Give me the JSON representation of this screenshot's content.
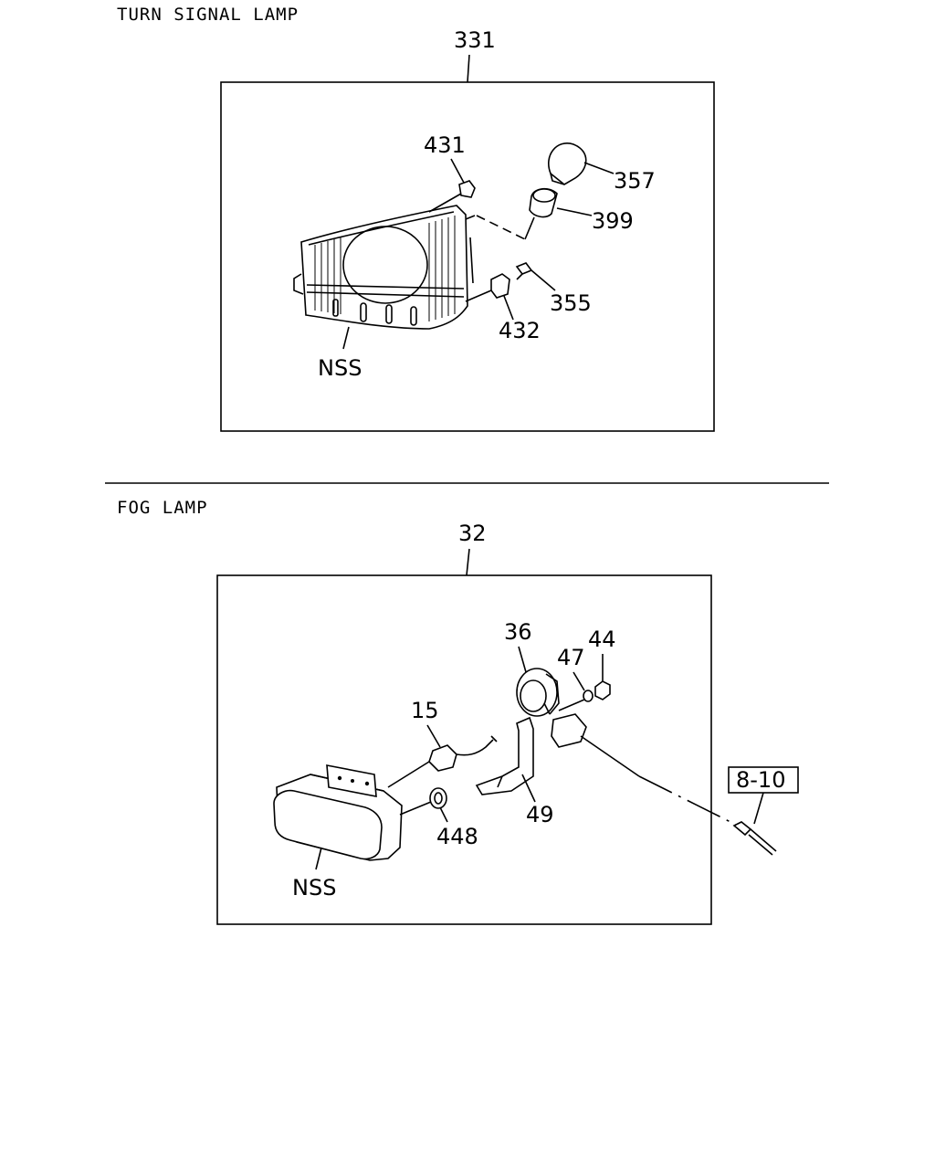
{
  "turn_signal": {
    "title": "TURN SIGNAL LAMP",
    "assembly_ref": "331",
    "callouts": {
      "p431": "431",
      "p357": "357",
      "p399": "399",
      "p355": "355",
      "p432": "432",
      "nss": "NSS"
    }
  },
  "fog_lamp": {
    "title": "FOG LAMP",
    "assembly_ref": "32",
    "callouts": {
      "p36": "36",
      "p47": "47",
      "p44": "44",
      "p15": "15",
      "p49": "49",
      "p448": "448",
      "nss": "NSS"
    },
    "ref_box": "8-10"
  }
}
